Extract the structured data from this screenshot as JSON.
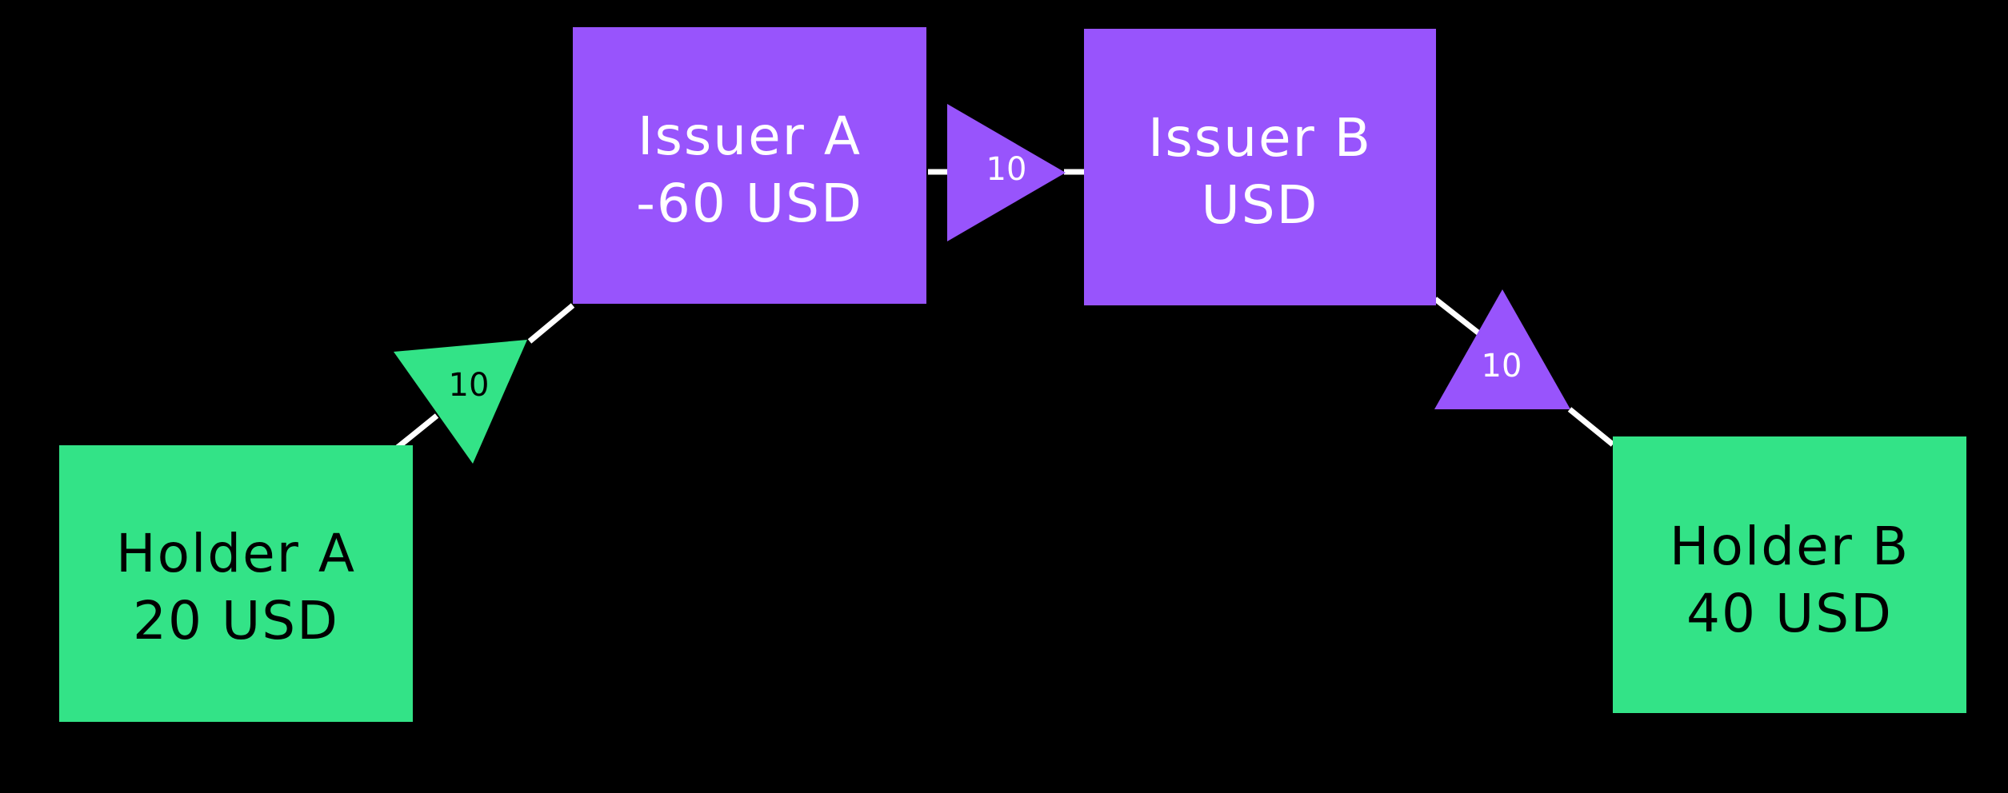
{
  "colors": {
    "background": "#000000",
    "issuer": "#9854fc",
    "holder": "#33e387",
    "edge": "#ffffff",
    "issuer_text": "#ffffff",
    "holder_text": "#000000",
    "issuer_arrow_text": "#ffffff",
    "holder_arrow_text": "#000000"
  },
  "nodes": {
    "holder_a": {
      "name": "Holder A",
      "amount": "20 USD",
      "kind": "holder"
    },
    "issuer_a": {
      "name": "Issuer A",
      "amount": "-60 USD",
      "kind": "issuer"
    },
    "issuer_b": {
      "name": "Issuer B",
      "amount": "USD",
      "kind": "issuer"
    },
    "holder_b": {
      "name": "Holder B",
      "amount": "40 USD",
      "kind": "holder"
    }
  },
  "flows": {
    "holder_a_to_issuer_a": {
      "from": "Holder A",
      "to": "Issuer A",
      "amount": "10",
      "kind": "holder"
    },
    "issuer_a_to_issuer_b": {
      "from": "Issuer A",
      "to": "Issuer B",
      "amount": "10",
      "kind": "issuer"
    },
    "issuer_b_to_holder_b": {
      "from": "Issuer B",
      "to": "Holder B",
      "amount": "10",
      "kind": "issuer"
    }
  }
}
